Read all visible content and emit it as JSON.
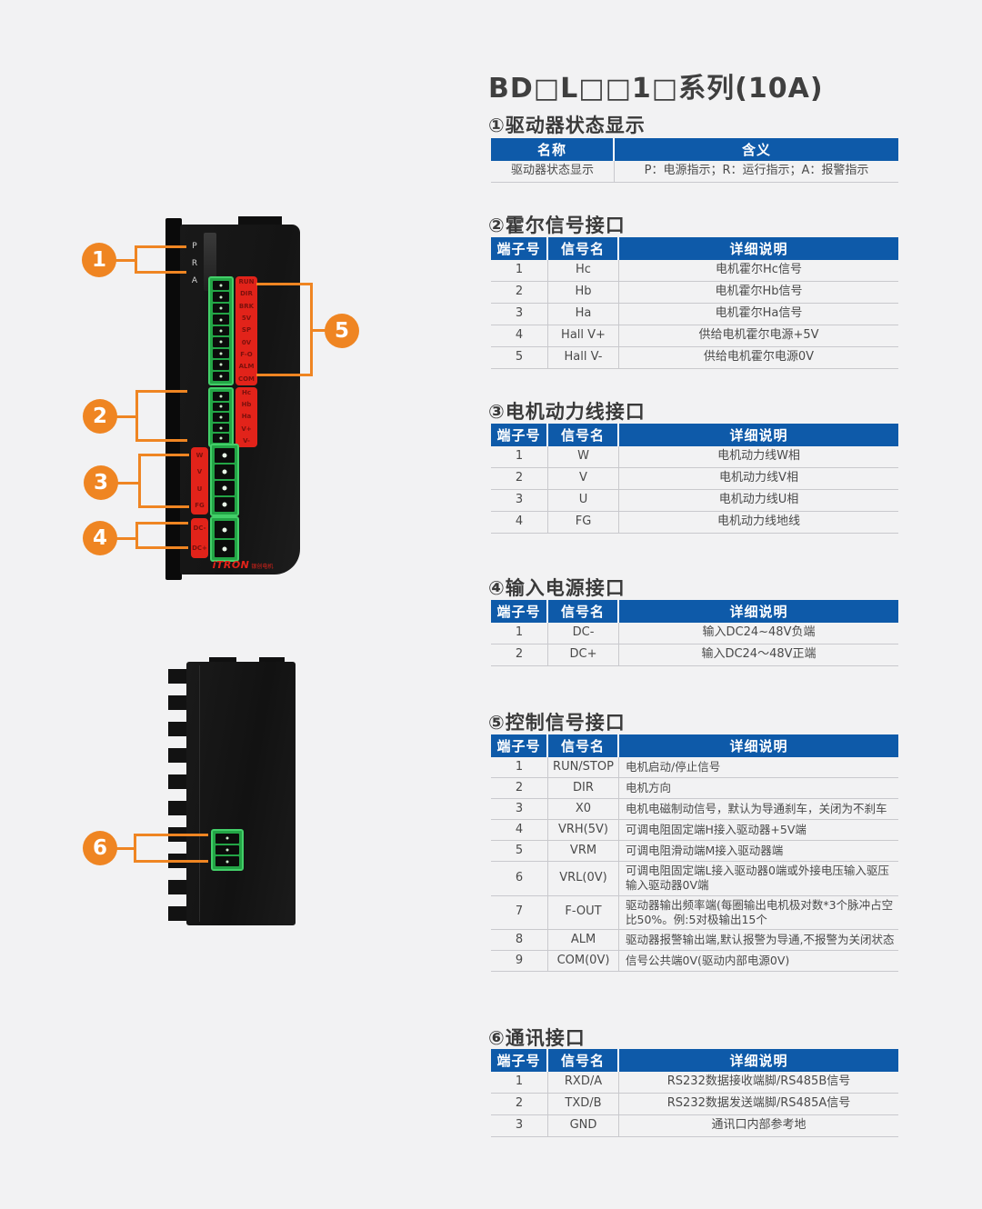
{
  "page": {
    "title": "BD□L□□1□系列(10A)"
  },
  "colors": {
    "header_blue": "#0E5AA9",
    "accent_orange": "#EF8522",
    "label_red": "#E2231A",
    "connector_green": "#23A546"
  },
  "sections": [
    {
      "heading": "①驱动器状态显示",
      "columns": [
        "名称",
        "含义"
      ],
      "rows": [
        [
          "驱动器状态显示",
          "P：电源指示；R：运行指示；A：报警指示"
        ]
      ]
    },
    {
      "heading": "②霍尔信号接口",
      "columns": [
        "端子号",
        "信号名",
        "详细说明"
      ],
      "rows": [
        [
          "1",
          "Hc",
          "电机霍尔Hc信号"
        ],
        [
          "2",
          "Hb",
          "电机霍尔Hb信号"
        ],
        [
          "3",
          "Ha",
          "电机霍尔Ha信号"
        ],
        [
          "4",
          "Hall V+",
          "供给电机霍尔电源+5V"
        ],
        [
          "5",
          "Hall V-",
          "供给电机霍尔电源0V"
        ]
      ]
    },
    {
      "heading": "③电机动力线接口",
      "columns": [
        "端子号",
        "信号名",
        "详细说明"
      ],
      "rows": [
        [
          "1",
          "W",
          "电机动力线W相"
        ],
        [
          "2",
          "V",
          "电机动力线V相"
        ],
        [
          "3",
          "U",
          "电机动力线U相"
        ],
        [
          "4",
          "FG",
          "电机动力线地线"
        ]
      ]
    },
    {
      "heading": "④输入电源接口",
      "columns": [
        "端子号",
        "信号名",
        "详细说明"
      ],
      "rows": [
        [
          "1",
          "DC-",
          "输入DC24~48V负端"
        ],
        [
          "2",
          "DC+",
          "输入DC24～48V正端"
        ]
      ]
    },
    {
      "heading": "⑤控制信号接口",
      "columns": [
        "端子号",
        "信号名",
        "详细说明"
      ],
      "rows": [
        [
          "1",
          "RUN/STOP",
          "电机启动/停止信号"
        ],
        [
          "2",
          "DIR",
          "电机方向"
        ],
        [
          "3",
          "X0",
          "电机电磁制动信号，默认为导通刹车，关闭为不刹车"
        ],
        [
          "4",
          "VRH(5V)",
          "可调电阻固定端H接入驱动器+5V端"
        ],
        [
          "5",
          "VRM",
          "可调电阻滑动端M接入驱动器端"
        ],
        [
          "6",
          "VRL(0V)",
          "可调电阻固定端L接入驱动器0端或外接电压输入驱压输入驱动器0V端"
        ],
        [
          "7",
          "F-OUT",
          "驱动器输出频率端(每圈输出电机极对数*3个脉冲占空比50%。例:5对极输出15个"
        ],
        [
          "8",
          "ALM",
          "驱动器报警输出端,默认报警为导通,不报警为关闭状态"
        ],
        [
          "9",
          "COM(0V)",
          "信号公共端0V(驱动内部电源0V)"
        ]
      ]
    },
    {
      "heading": "⑥通讯接口",
      "columns": [
        "端子号",
        "信号名",
        "详细说明"
      ],
      "rows": [
        [
          "1",
          "RXD/A",
          "RS232数据接收端脚/RS485B信号"
        ],
        [
          "2",
          "TXD/B",
          "RS232数据发送端脚/RS485A信号"
        ],
        [
          "3",
          "GND",
          "通讯口内部参考地"
        ]
      ]
    }
  ],
  "device_front": {
    "led_labels": [
      "P",
      "R",
      "A"
    ],
    "control_labels": [
      "RUN",
      "DIR",
      "BRK",
      "5V",
      "SP",
      "0V",
      "F-O",
      "ALM",
      "COM"
    ],
    "hall_labels": [
      "Hc",
      "Hb",
      "Ha",
      "V+",
      "V-"
    ],
    "motor_labels": [
      "W",
      "V",
      "U",
      "FG"
    ],
    "power_labels": [
      "DC-",
      "DC+"
    ],
    "logo": "iTRON",
    "logo_text": "银创电机"
  },
  "badges": [
    {
      "label": "1"
    },
    {
      "label": "2"
    },
    {
      "label": "3"
    },
    {
      "label": "4"
    },
    {
      "label": "5"
    },
    {
      "label": "6"
    }
  ]
}
